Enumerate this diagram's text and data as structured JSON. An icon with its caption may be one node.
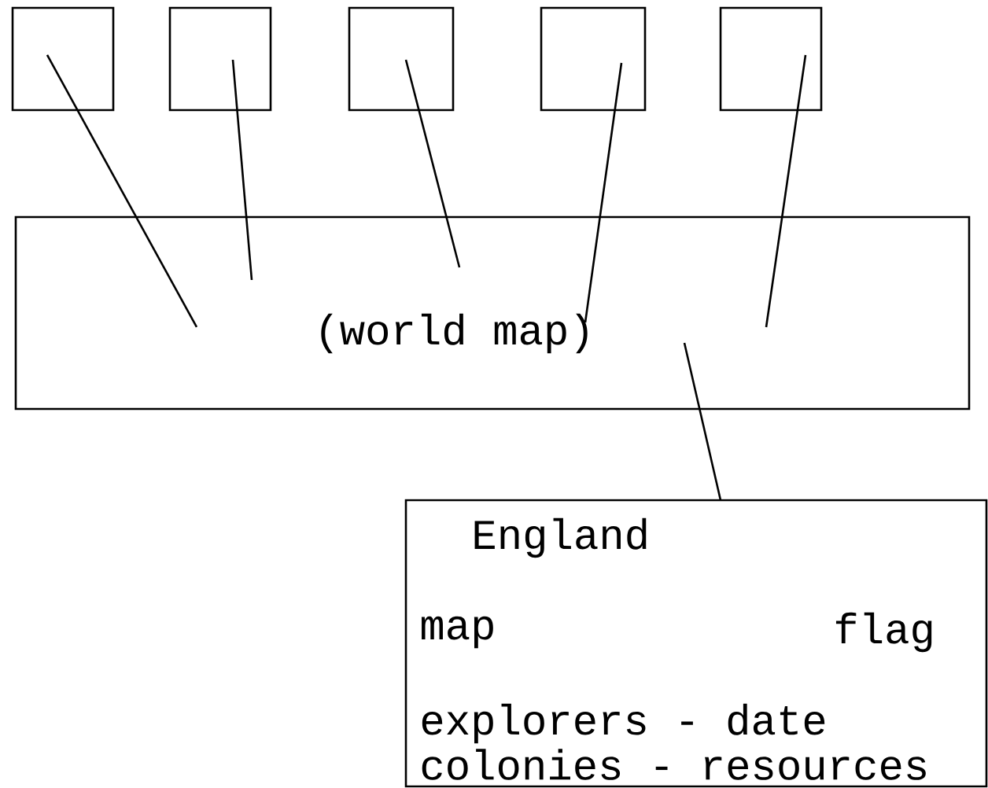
{
  "diagram": {
    "nodes": [
      {
        "text": [],
        "shape": "box"
      },
      {
        "text": [],
        "shape": "box"
      },
      {
        "text": [],
        "shape": "box"
      },
      {
        "text": [],
        "shape": "box"
      },
      {
        "text": [],
        "shape": "box"
      },
      {
        "text": [
          "(world map)"
        ]
      },
      {
        "text": [
          "England",
          "map",
          "flag",
          "explorers - date",
          "colonies - resources"
        ]
      }
    ],
    "edges": [
      {
        "from": 0,
        "to": 5,
        "arrow": "none"
      },
      {
        "from": 1,
        "to": 5,
        "arrow": "none"
      },
      {
        "from": 2,
        "to": 5,
        "arrow": "none"
      },
      {
        "from": 3,
        "to": 5,
        "arrow": "none"
      },
      {
        "from": 4,
        "to": 5,
        "arrow": "none"
      },
      {
        "from": 5,
        "to": 6,
        "arrow": "none"
      }
    ]
  }
}
